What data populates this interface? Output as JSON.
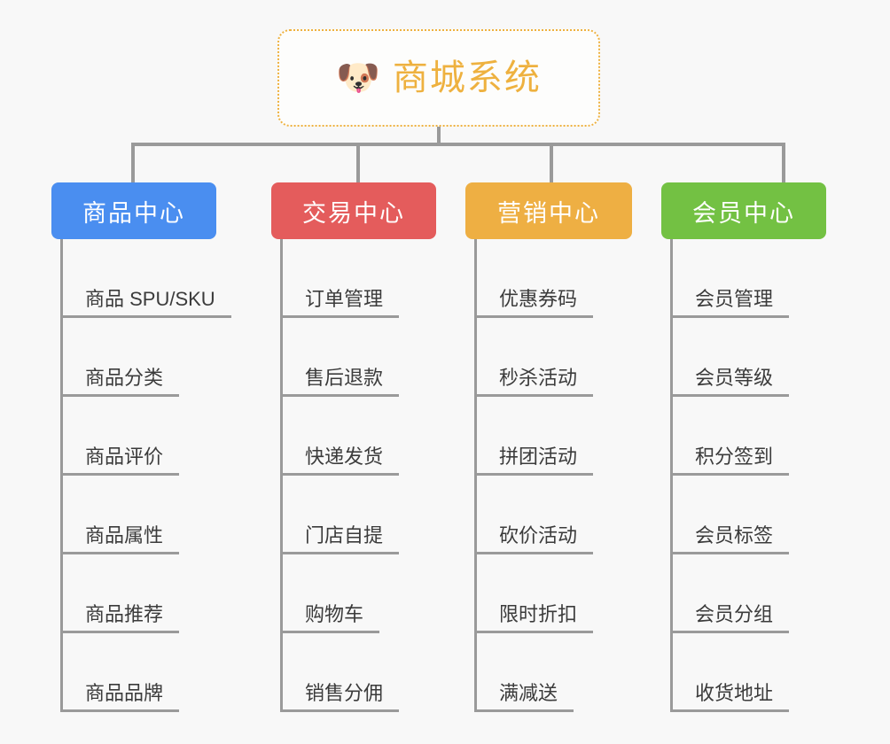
{
  "root": {
    "icon": "shiba-dog-emoji",
    "icon_glyph": "🐶",
    "title": "商城系统",
    "accent_color": "#eeb13f",
    "border_style": "dotted"
  },
  "canvas": {
    "background_color": "#f8f8f8",
    "connector_color": "#9a9a9a"
  },
  "categories": [
    {
      "label": "商品中心",
      "color": "#4a8ef0",
      "items": [
        "商品 SPU/SKU",
        "商品分类",
        "商品评价",
        "商品属性",
        "商品推荐",
        "商品品牌"
      ]
    },
    {
      "label": "交易中心",
      "color": "#e45c5c",
      "items": [
        "订单管理",
        "售后退款",
        "快递发货",
        "门店自提",
        "购物车",
        "销售分佣"
      ]
    },
    {
      "label": "营销中心",
      "color": "#eeaf43",
      "items": [
        "优惠券码",
        "秒杀活动",
        "拼团活动",
        "砍价活动",
        "限时折扣",
        "满减送"
      ]
    },
    {
      "label": "会员中心",
      "color": "#73c143",
      "items": [
        "会员管理",
        "会员等级",
        "积分签到",
        "会员标签",
        "会员分组",
        "收货地址"
      ]
    }
  ]
}
